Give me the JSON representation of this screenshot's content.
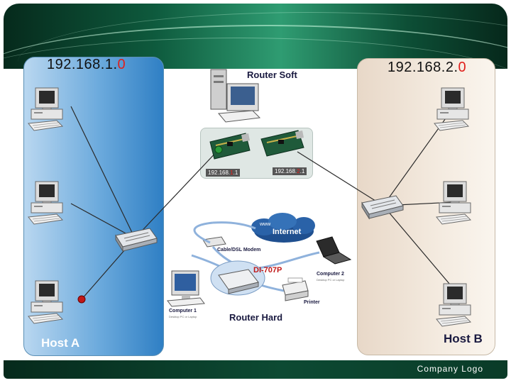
{
  "network_a": {
    "prefix": "192.168.1.",
    "suffix": "0"
  },
  "network_b": {
    "prefix": "192.168.2.",
    "suffix": "0"
  },
  "router_soft": {
    "label": "Router Soft",
    "ip_left_prefix": "192.168.",
    "ip_left_hl": "1",
    "ip_left_suffix": ".1",
    "ip_right_prefix": "192.168.",
    "ip_right_hl": "2",
    "ip_right_suffix": ".1"
  },
  "router_hard": {
    "label": "Router Hard",
    "internet": "Internet",
    "modem": "Cable/DSL Modem",
    "model": "DI-707P",
    "computer1": "Computer 1",
    "computer1_sub": "Desktop PC or Laptop",
    "computer2": "Computer 2",
    "computer2_sub": "Desktop PC or Laptop",
    "printer": "Printer",
    "www": "www"
  },
  "host_a": "Host A",
  "host_b": "Host B",
  "footer": "Company Logo",
  "colors": {
    "header_dark": "#0e5a3d",
    "net_a": "#6aa9dc",
    "net_b": "#f4ebe0",
    "highlight": "#e0201c",
    "link_line": "#2a2a2a"
  }
}
